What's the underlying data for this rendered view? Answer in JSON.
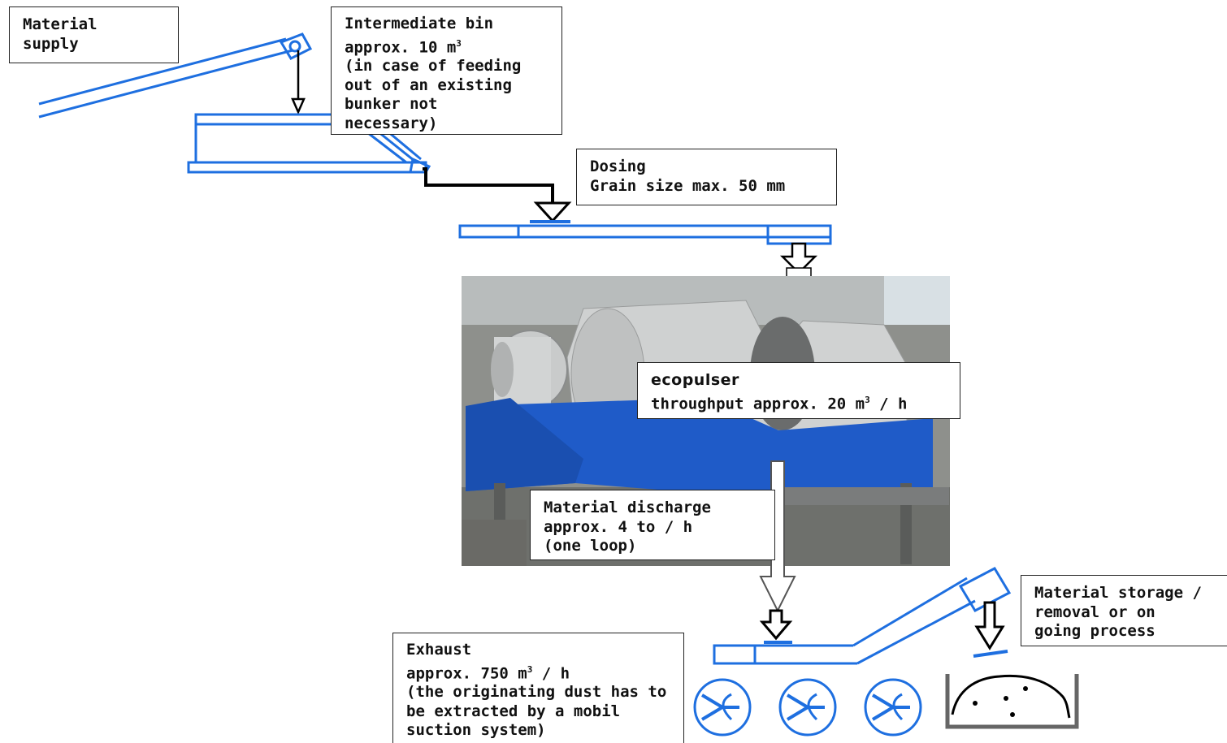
{
  "labels": {
    "material_supply": [
      "Material",
      "supply"
    ],
    "intermediate_bin": {
      "line1": "Intermediate bin",
      "line2": "approx. 10 m",
      "line2_sup": "3",
      "line3": "(in case of feeding",
      "line4": "out of an existing",
      "line5": "bunker not",
      "line6": "necessary)"
    },
    "dosing": [
      "Dosing",
      "Grain size max. 50 mm"
    ],
    "ecopulser": {
      "brand": "ecopulser",
      "line2": "throughput approx. 20 m",
      "line2_sup": "3",
      "line2_tail": " / h"
    },
    "material_discharge": [
      "Material discharge",
      "approx. 4 to / h",
      "(one loop)"
    ],
    "exhaust": {
      "line1": "Exhaust",
      "line2": "approx. 750 m",
      "line2_sup": "3",
      "line2_tail": " / h",
      "line3": "(the originating dust has to",
      "line4": "be extracted by a mobil",
      "line5": "suction system)"
    },
    "material_storage": [
      "Material storage /",
      "removal or on",
      "going process"
    ]
  },
  "colors": {
    "conveyor_blue": "#1e6fe0",
    "arrow_black": "#000000",
    "machine_blue": "#1f5bc8",
    "machine_steel": "#d6d8d8",
    "container_grey": "#666666"
  },
  "icons": [
    "fan-icon",
    "material-pile-icon",
    "flow-arrow-icon"
  ]
}
